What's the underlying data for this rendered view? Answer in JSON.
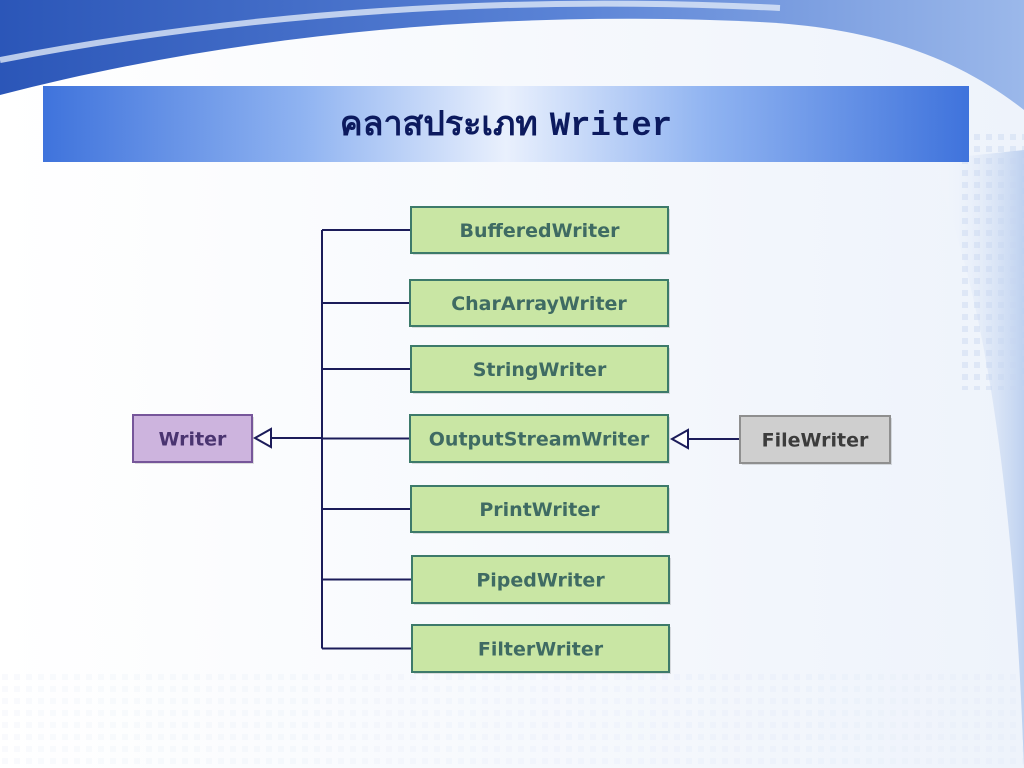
{
  "title": {
    "thai": "คลาสประเภท",
    "code": "Writer"
  },
  "diagram": {
    "parent": {
      "label": "Writer"
    },
    "subclasses": [
      {
        "label": "BufferedWriter"
      },
      {
        "label": "CharArrayWriter"
      },
      {
        "label": "StringWriter"
      },
      {
        "label": "OutputStreamWriter"
      },
      {
        "label": "PrintWriter"
      },
      {
        "label": "PipedWriter"
      },
      {
        "label": "FilterWriter"
      }
    ],
    "grandchild": {
      "label": "FileWriter"
    }
  },
  "colors": {
    "subclass_fill": "#c9e6a4",
    "subclass_border": "#3d7a6a",
    "subclass_text": "#3f6b63",
    "parent_fill": "#cdb4de",
    "parent_border": "#76569a",
    "parent_text": "#4a3470",
    "grandchild_fill": "#cfcfcf",
    "grandchild_border": "#8f8f8f",
    "grandchild_text": "#3c3c3c",
    "connector": "#1c1c5a",
    "title_text": "#0c1a5e"
  }
}
